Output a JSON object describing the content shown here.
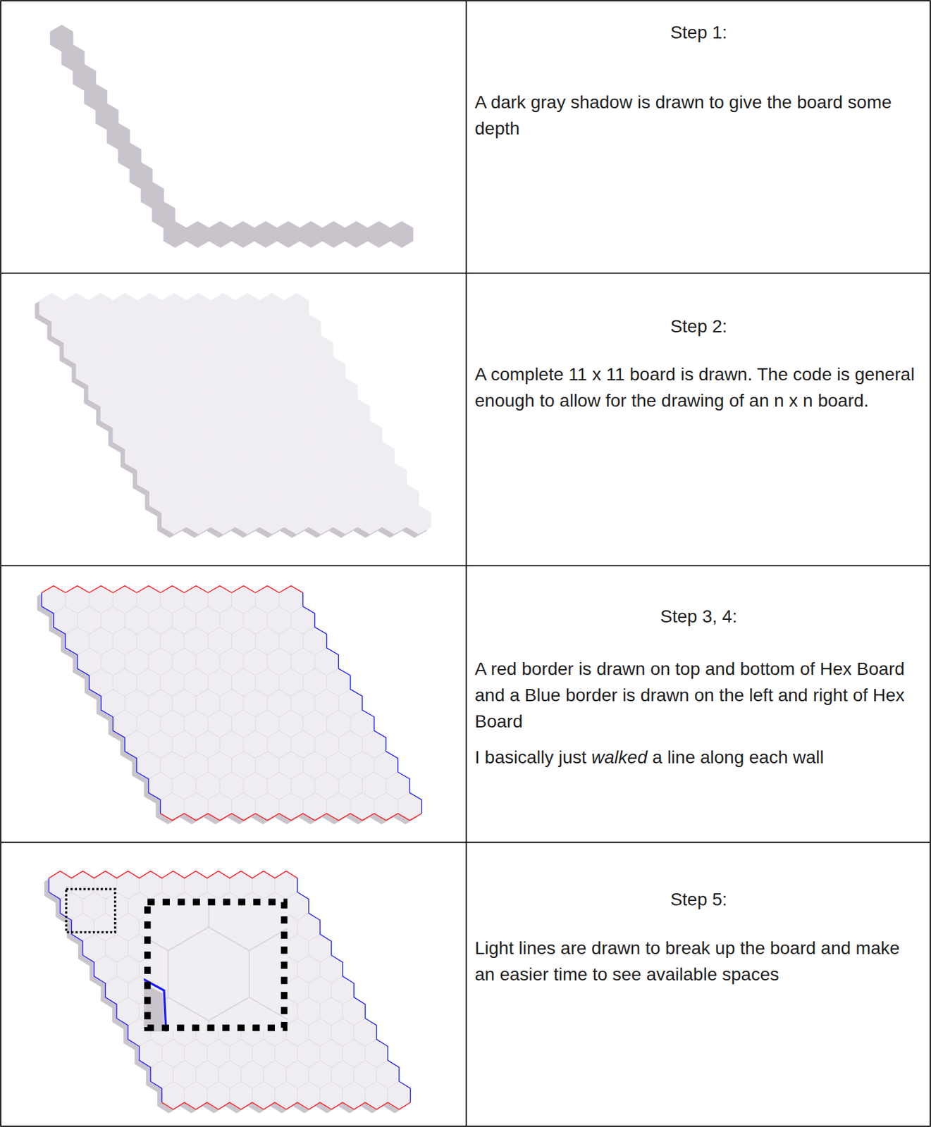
{
  "diagram": {
    "labels": [
      "Step 1:",
      "A dark gray shadow is drawn to give the board some depth",
      "Step 2:",
      "A complete 11 x 11 board is drawn. The code is general enough to allow for the drawing of an n x n board.",
      "Step 3, 4:",
      "A red border is drawn on top and bottom of Hex Board and a Blue border is drawn on the left and right of Hex Board",
      "I basically just",
      "walked",
      "a line along each wall",
      "Step 5:",
      "Light lines are drawn to break up the board and make an easier time to see available spaces"
    ]
  }
}
